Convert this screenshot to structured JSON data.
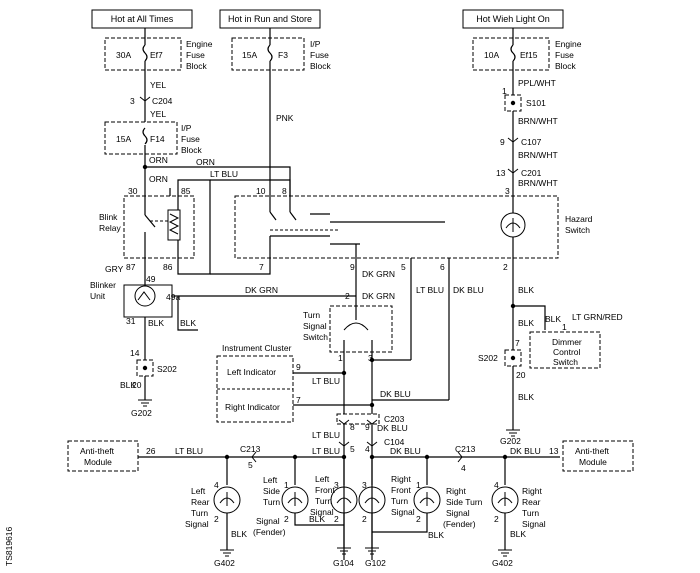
{
  "headers": {
    "hot_all_times": "Hot at All Times",
    "hot_run_store": "Hot in Run and Store",
    "hot_light_on": "Hot Wieh Light On"
  },
  "fuses": {
    "ef7_amp": "30A",
    "ef7_name": "Ef7",
    "engine_block_1": "Engine",
    "engine_block_2": "Fuse",
    "engine_block_3": "Block",
    "f3_amp": "15A",
    "f3_name": "F3",
    "ip_block_1": "I/P",
    "ip_block_2": "Fuse",
    "ip_block_3": "Block",
    "f14_amp": "15A",
    "f14_name": "F14",
    "ef15_amp": "10A",
    "ef15_name": "Ef15"
  },
  "wires": {
    "yel": "YEL",
    "orn": "ORN",
    "pnk": "PNK",
    "lt_blu": "LT BLU",
    "gry": "GRY",
    "blk": "BLK",
    "dk_grn": "DK GRN",
    "dk_blu": "DK BLU",
    "ppl_wht": "PPL/WHT",
    "brn_wht": "BRN/WHT",
    "lt_grn_red": "LT GRN/RED"
  },
  "connectors": {
    "c204": "C204",
    "c107": "C107",
    "c201": "C201",
    "s101": "S101",
    "s202": "S202",
    "c203": "C203",
    "c104": "C104",
    "c213": "C213"
  },
  "components": {
    "blink_relay_1": "Blink",
    "blink_relay_2": "Relay",
    "blinker_unit_1": "Blinker",
    "blinker_unit_2": "Unit",
    "hazard_switch_1": "Hazard",
    "hazard_switch_2": "Switch",
    "turn_signal_switch_1": "Turn",
    "turn_signal_switch_2": "Signal",
    "turn_signal_switch_3": "Switch",
    "instrument_cluster": "Instrument Cluster",
    "left_indicator": "Left Indicator",
    "right_indicator": "Right Indicator",
    "dimmer_1": "Dimmer",
    "dimmer_2": "Control",
    "dimmer_3": "Switch",
    "antitheft_1": "Anti-theft",
    "antitheft_2": "Module"
  },
  "lamps": {
    "left_rear": [
      "Left",
      "Rear",
      "Turn",
      "Signal"
    ],
    "left_side": [
      "Left",
      "Side",
      "Turn",
      "Signal",
      "(Fender)"
    ],
    "left_front": [
      "Left",
      "Front",
      "Turn",
      "Signal"
    ],
    "right_front": [
      "Right",
      "Front",
      "Turn",
      "Signal"
    ],
    "right_side": [
      "Right",
      "Side Turn",
      "Signal",
      "(Fender)"
    ],
    "right_rear": [
      "Right",
      "Rear",
      "Turn",
      "Signal"
    ]
  },
  "grounds": {
    "g202": "G202",
    "g402": "G402",
    "g104": "G104",
    "g102": "G102"
  },
  "pins": {
    "p1": "1",
    "p2": "2",
    "p3": "3",
    "p4": "4",
    "p5": "5",
    "p6": "6",
    "p7": "7",
    "p8": "8",
    "p9": "9",
    "p10": "10",
    "p13": "13",
    "p14": "14",
    "p20": "20",
    "p26": "26",
    "p30": "30",
    "p31": "31",
    "p49": "49",
    "p49a": "49a",
    "p85": "85",
    "p86": "86",
    "p87": "87"
  },
  "figure_id": "TS819616"
}
